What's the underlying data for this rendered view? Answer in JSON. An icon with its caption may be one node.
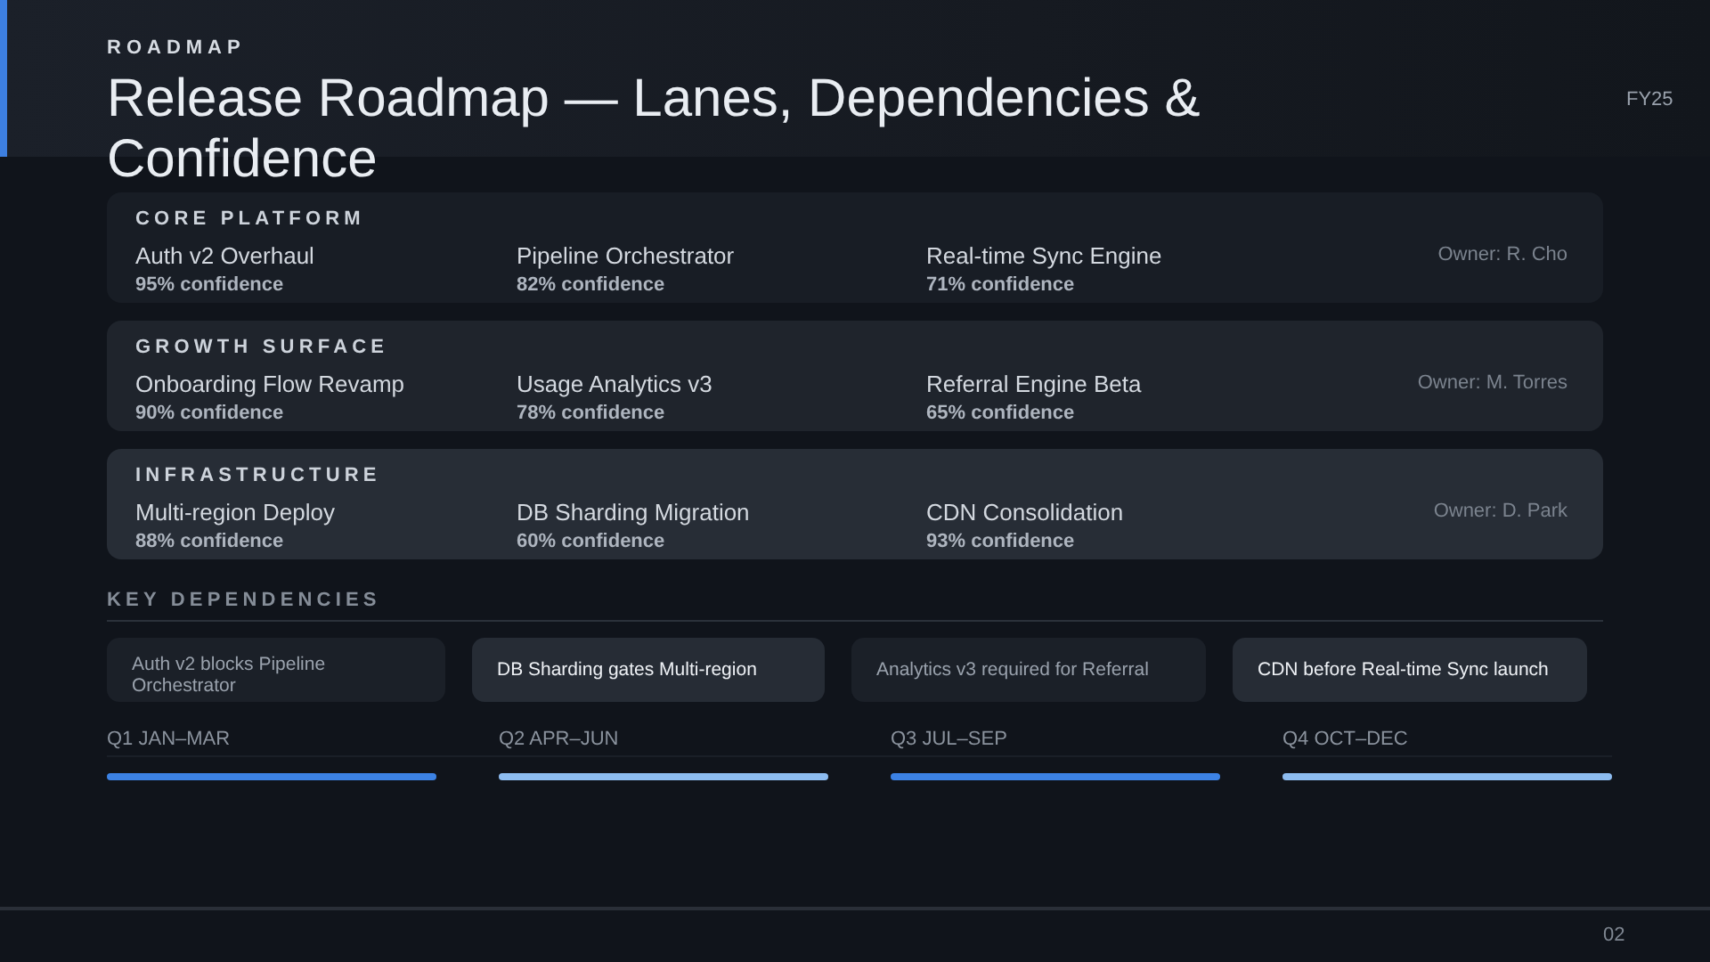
{
  "diagram": {
    "title": "Release Roadmap — Lanes, Dependencies & Confidence",
    "nodes": [
      {
        "text": [
          "CORE PLATFORM",
          "Auth v2 Overhaul",
          "95% confidence",
          "Pipeline Orchestrator",
          "82% confidence",
          "Real-time Sync Engine",
          "71% confidence",
          "Owner: R. Cho"
        ]
      },
      {
        "text": [
          "GROWTH SURFACE",
          "Onboarding Flow Revamp",
          "90% confidence",
          "Usage Analytics v3",
          "78% confidence",
          "Referral Engine Beta",
          "65% confidence",
          "Owner: M. Torres"
        ]
      },
      {
        "text": [
          "INFRASTRUCTURE",
          "Multi-region Deploy",
          "88% confidence",
          "DB Sharding Migration",
          "60% confidence",
          "CDN Consolidation",
          "93% confidence",
          "Owner: D. Park"
        ]
      },
      {
        "text": [
          "Auth v2 blocks Pipeline Orchestrator"
        ]
      },
      {
        "text": [
          "DB Sharding gates Multi-region"
        ]
      },
      {
        "text": [
          "Analytics v3 required for Referral"
        ]
      },
      {
        "text": [
          "CDN before Real-time Sync launch"
        ]
      }
    ],
    "labels": [
      "ROADMAP",
      "FY25",
      "KEY DEPENDENCIES",
      "Q1 JAN–MAR",
      "Q2 APR–JUN",
      "Q3 JUL–SEP",
      "Q4 OCT–DEC",
      "02"
    ]
  }
}
